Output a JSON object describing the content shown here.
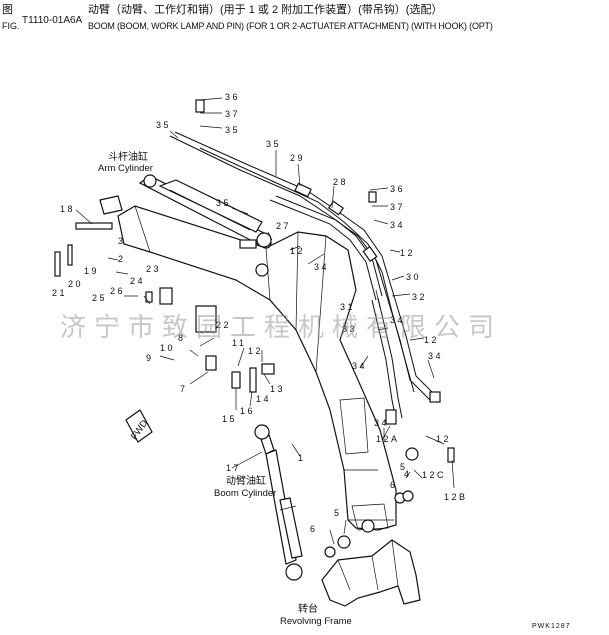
{
  "header": {
    "fig_label_cn": "图",
    "fig_label_en": "FIG.",
    "fig_code": "T1110-01A6A",
    "title_cn": "动臂（动臂、工作灯和销）(用于 1 或 2 附加工作装置）(带吊钩）(选配）",
    "title_en": "BOOM (BOOM, WORK LAMP AND PIN) (FOR 1 OR 2-ACTUATER ATTACHMENT) (WITH HOOK) (OPT)"
  },
  "labels": {
    "arm_cylinder_cn": "斗杆油缸",
    "arm_cylinder_en": "Arm Cylinder",
    "boom_cylinder_cn": "动臂油缸",
    "boom_cylinder_en": "Boom Cylinder",
    "revolving_frame_cn": "转台",
    "revolving_frame_en": "Revolving Frame",
    "fwd": "FWD",
    "drawing_code": "PWK1287"
  },
  "watermark": "济宁市致园工程机械有限公司",
  "callouts": {
    "c36a": "36",
    "c37a": "37",
    "c35a": "35",
    "c35b": "35",
    "c35c": "35",
    "c29": "29",
    "c28": "28",
    "c36b": "36",
    "c37b": "37",
    "c34a": "34",
    "c18": "18",
    "c35d": "35",
    "c27": "27",
    "c12a": "12",
    "c34b": "34",
    "c12b": "12",
    "c2": "2",
    "c3": "3",
    "c19": "19",
    "c20": "20",
    "c21": "21",
    "c23": "23",
    "c24": "24",
    "c26": "26",
    "c25": "25",
    "c30": "30",
    "c32": "32",
    "c31": "31",
    "c34c": "34",
    "c33": "33",
    "c12c": "12",
    "c22": "22",
    "c8": "8",
    "c10": "10",
    "c9": "9",
    "c11": "11",
    "c12d": "12",
    "c7": "7",
    "c34d": "34",
    "c34e": "34",
    "c13": "13",
    "c14": "14",
    "c15": "15",
    "c16": "16",
    "c34f": "34",
    "c12e": "12A",
    "c12f": "12",
    "c1": "1",
    "c17": "17",
    "c12g": "12C",
    "c4": "4",
    "c12h": "12B",
    "c6a": "6",
    "c5a": "5",
    "c6b": "6",
    "c5b": "5"
  }
}
